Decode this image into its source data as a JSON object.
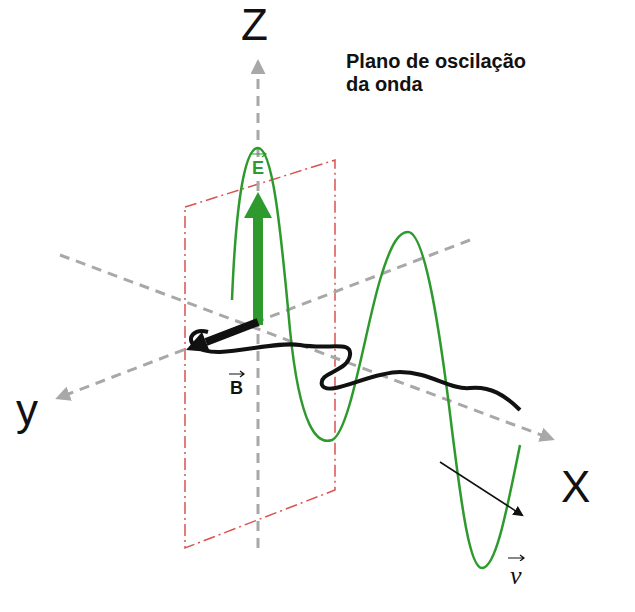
{
  "diagram": {
    "labels": [
      "Z",
      "Plano de oscilação da onda",
      "E",
      "B",
      "y",
      "X",
      "v"
    ]
  }
}
